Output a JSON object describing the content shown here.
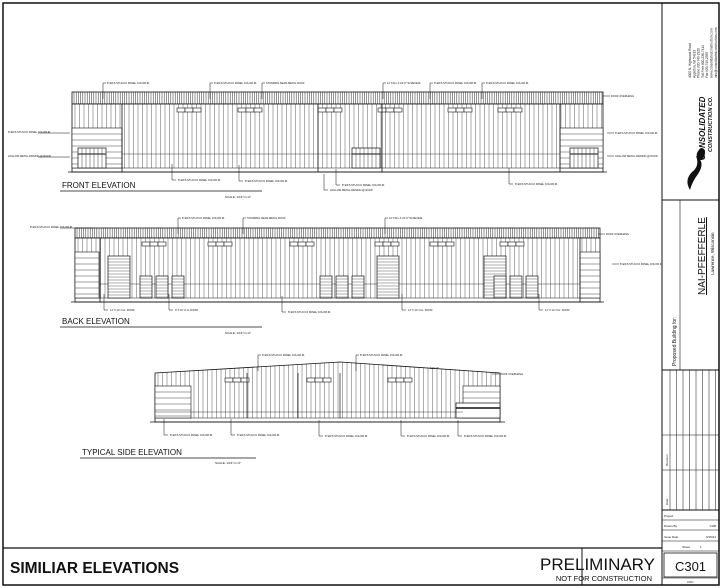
{
  "sheet": {
    "title": "SIMILIAR ELEVATIONS",
    "status": "PRELIMINARY",
    "status_note": "NOT FOR CONSTRUCTION",
    "sheet_number": "C301",
    "sheet_sub": "DSC"
  },
  "company": {
    "name_line1": "CONSOLIDATED",
    "name_line2": "CONSTRUCTION CO.",
    "address_lines": [
      "4000 N. Highwood Road",
      "Appleton, WI 54913",
      "Phone 920-749-2920",
      "Toll Free 800-236-7414",
      "Fax 920-749-2955",
      "www.consolidatedconstruction.com",
      "info@consolidatedconstruction.com"
    ]
  },
  "project": {
    "label": "Proposed Building for:",
    "name": "NAI-PFEFFERLE",
    "location": "Lawrence, Wisconsin"
  },
  "title_block": {
    "revision_headers": [
      "Date",
      "Revision"
    ],
    "rows": [
      {
        "label": "Project",
        "value": ""
      },
      {
        "label": "Drawn By",
        "value": "CHB"
      },
      {
        "label": "Issue Date",
        "value": "3/15/21"
      },
      {
        "label": "Sheet",
        "value": "1"
      }
    ]
  },
  "elevations": [
    {
      "title": "FRONT ELEVATION",
      "scale": "SCALE: 1/16\"=1'-0\"",
      "labels": [
        "8' EIFS STUCCO PANEL COLOR #1",
        "8' EIFS STUCCO PANEL COLOR #1",
        "STANDING SEAM METAL ROOF",
        "12' TALL X 24'-0\" W REVEAL",
        "8' EIFS STUCCO PANEL COLOR #1",
        "8' EIFS STUCCO PANEL COLOR #1",
        "ROOF OVERHANG",
        "8' EIFS STUCCO PANEL COLOR #1",
        "HOLLOW METAL AWNING @ ROOF",
        "8' EIFS STUCCO PANEL COLOR #1",
        "HOLLOW METAL AWNING @ ROOF",
        "8' EIFS STUCCO PANEL COLOR #1",
        "HOLLOW METAL AWNING @ ROOF",
        "8' EIFS STUCCO PANEL COLOR #1",
        "8' EIFS STUCCO PANEL COLOR #1",
        "8' EIFS STUCCO PANEL COLOR #1"
      ]
    },
    {
      "title": "BACK ELEVATION",
      "scale": "SCALE: 1/16\"=1'-0\"",
      "labels": [
        "8' EIFS STUCCO PANEL COLOR #1",
        "STANDING SEAM METAL ROOF",
        "12' TALL X 24'-0\" W REVEAL",
        "8' EIFS STUCCO PANEL COLOR #1",
        "ROOF OVERHANG",
        "8' EIFS STUCCO PANEL COLOR #1",
        "14' X 14' O.H. DOOR",
        "9' X 10' O.H. DOOR",
        "8' EIFS STUCCO PANEL COLOR #1",
        "14' X 14' O.H. DOOR",
        "14' X 14' O.H. DOOR"
      ]
    },
    {
      "title": "TYPICAL SIDE ELEVATION",
      "scale": "SCALE: 1/16\"=1'-0\"",
      "labels": [
        "8' EIFS STUCCO PANEL COLOR #1",
        "8' EIFS STUCCO PANEL COLOR #1",
        "ROOF OVERHANG",
        "8' EIFS STUCCO PANEL COLOR #1",
        "8' EIFS STUCCO PANEL COLOR #1",
        "8' EIFS STUCCO PANEL COLOR #1",
        "8' EIFS STUCCO PANEL COLOR #1",
        "8' EIFS STUCCO PANEL COLOR #1",
        "1/2\":12\""
      ]
    }
  ]
}
